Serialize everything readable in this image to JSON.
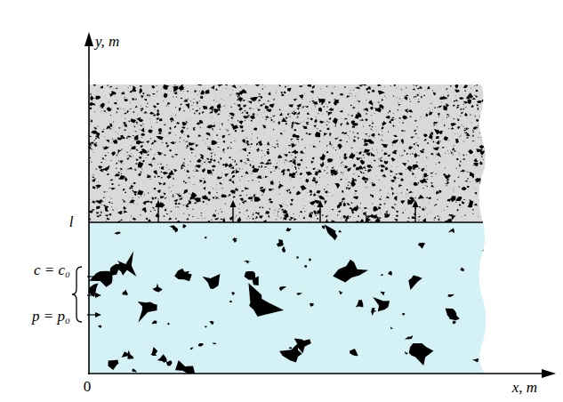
{
  "diagram": {
    "labels": [
      "y, m",
      "l",
      "c = c₀",
      "p = p₀",
      "0",
      "x, m"
    ]
  }
}
